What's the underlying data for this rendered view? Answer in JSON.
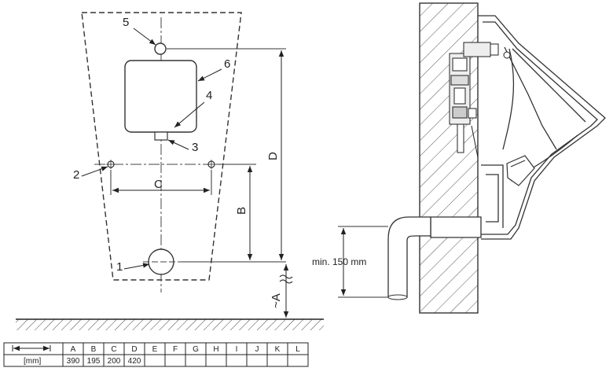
{
  "callouts": {
    "c1": "1",
    "c2": "2",
    "c3": "3",
    "c4": "4",
    "c5": "5",
    "c6": "6"
  },
  "dimensions": {
    "A": "~A",
    "B": "B",
    "C": "C",
    "D": "D",
    "min_pipe": "min. 150 mm"
  },
  "table": {
    "headers": [
      "A",
      "B",
      "C",
      "D",
      "E",
      "F",
      "G",
      "H",
      "I",
      "J",
      "K",
      "L"
    ],
    "unit": "[mm]",
    "values": [
      "390",
      "195",
      "200",
      "420",
      "",
      "",
      "",
      "",
      "",
      "",
      "",
      ""
    ]
  }
}
